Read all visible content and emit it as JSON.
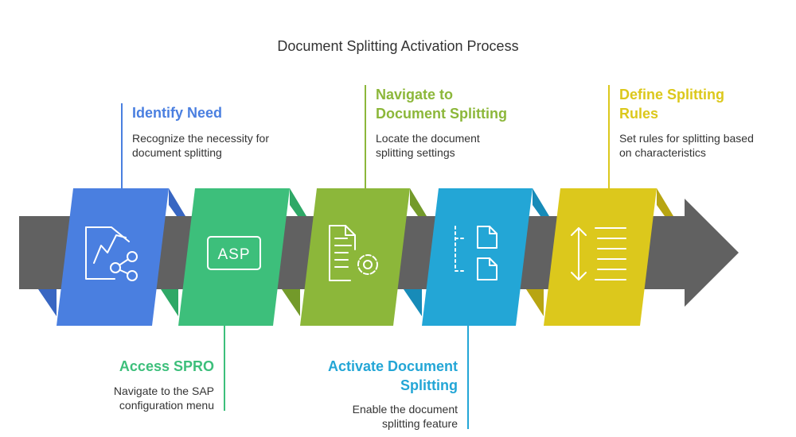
{
  "title": "Document Splitting Activation Process",
  "colors": {
    "arrow": "#616161",
    "step1": "#4a7fe0",
    "step2": "#3dbf7b",
    "step3": "#8cb73a",
    "step4": "#23a6d6",
    "step5": "#dcc81c"
  },
  "steps": [
    {
      "title_lines": [
        "Identify Need"
      ],
      "desc_lines": [
        "Recognize the necessity for",
        "document splitting"
      ],
      "icon": "chart-share-icon"
    },
    {
      "title_lines": [
        "Access SPRO"
      ],
      "desc_lines": [
        "Navigate to the SAP",
        "configuration menu"
      ],
      "icon": "asp-screen-icon"
    },
    {
      "title_lines": [
        "Navigate to",
        "Document Splitting"
      ],
      "desc_lines": [
        "Locate the document",
        "splitting settings"
      ],
      "icon": "document-gear-icon"
    },
    {
      "title_lines": [
        "Activate Document",
        "Splitting"
      ],
      "desc_lines": [
        "Enable the document",
        "splitting feature"
      ],
      "icon": "split-documents-icon"
    },
    {
      "title_lines": [
        "Define Splitting",
        "Rules"
      ],
      "desc_lines": [
        "Set rules for splitting based",
        "on characteristics"
      ],
      "icon": "vertical-resize-list-icon"
    }
  ],
  "icon_text": {
    "asp": "ASP"
  }
}
